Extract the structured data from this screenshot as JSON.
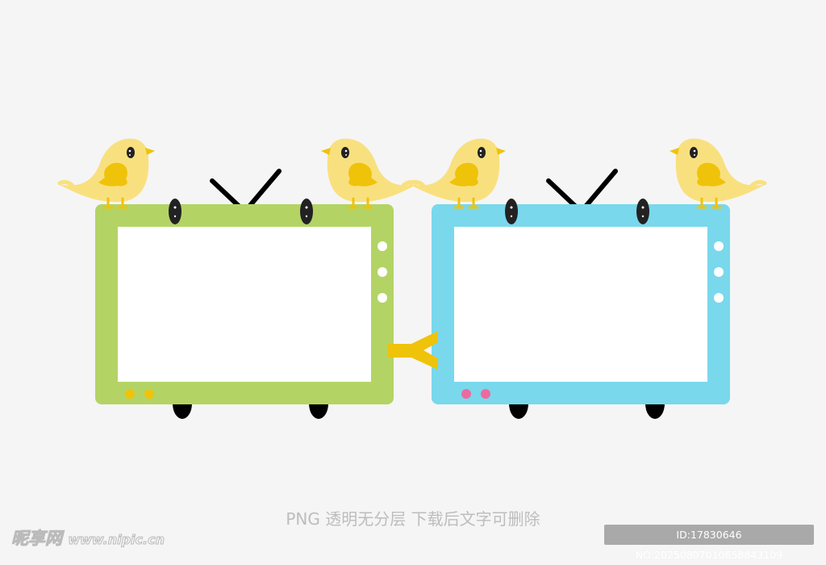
{
  "caption": "PNG 透明无分层 下载后文字可删除",
  "watermark": {
    "site": "昵享网",
    "url": "www.nipic.cn"
  },
  "id_label": "ID:17830646 NO:20250807010658843109",
  "colors": {
    "green_tv": "#b3d465",
    "blue_tv": "#79d8ec",
    "bird_body": "#f9e07f",
    "bird_wing": "#efc30a",
    "connector": "#efc30a",
    "green_dots": "#efc30a",
    "blue_dots": "#ec6aa0"
  }
}
